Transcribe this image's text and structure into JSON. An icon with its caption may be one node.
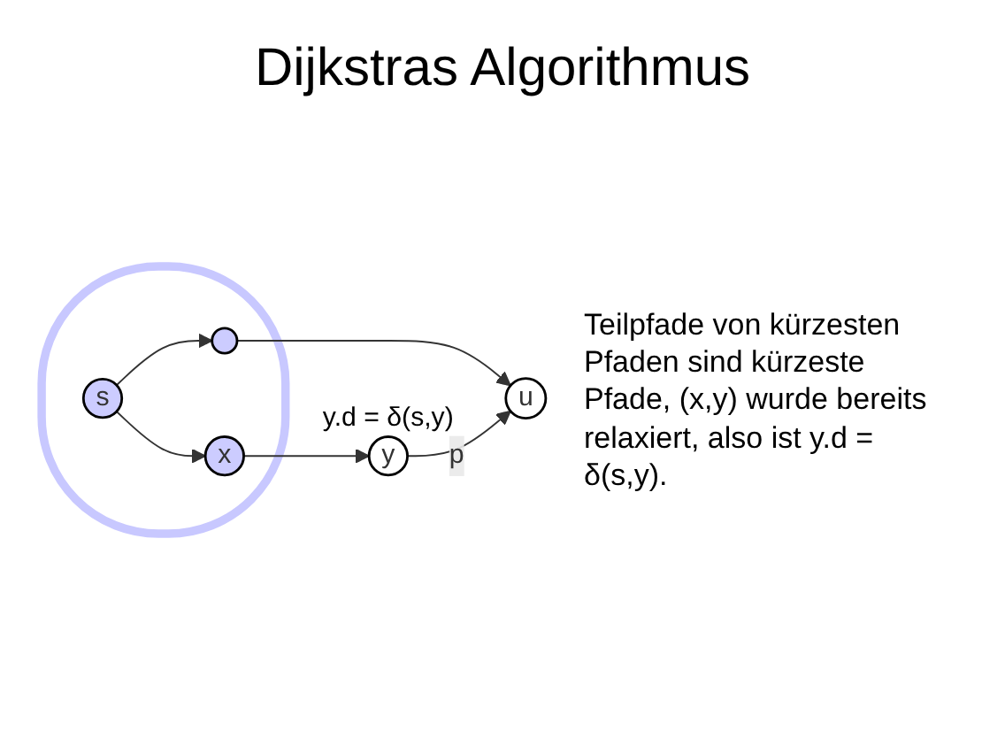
{
  "diagram": {
    "title": "Dijkstras Algorithmus",
    "nodes": [
      {
        "text": [],
        "shape": "oval"
      },
      {
        "text": [
          "s"
        ],
        "in": 0
      },
      {
        "text": [
          "x"
        ],
        "in": 0
      },
      {
        "text": [],
        "shape": "circle",
        "in": 0
      },
      {
        "text": [
          "y"
        ],
        "beside": [
          "y.d = δ(s,y)"
        ]
      },
      {
        "text": [
          "u"
        ]
      }
    ],
    "edges": [
      {
        "from": 1,
        "to": 2,
        "arrow": "to"
      },
      {
        "from": 2,
        "to": 4,
        "arrow": "to"
      },
      {
        "from": 1,
        "to": 3,
        "arrow": "to"
      },
      {
        "from": 3,
        "to": 5,
        "arrow": "to"
      },
      {
        "from": 4,
        "to": 5,
        "arrow": "to",
        "label": "p"
      }
    ],
    "labels": [
      "Teilpfade von kürzesten Pfaden sind kürzeste Pfade, (x,y) wurde bereits relaxiert, also ist y.d = δ(s,y)."
    ]
  }
}
